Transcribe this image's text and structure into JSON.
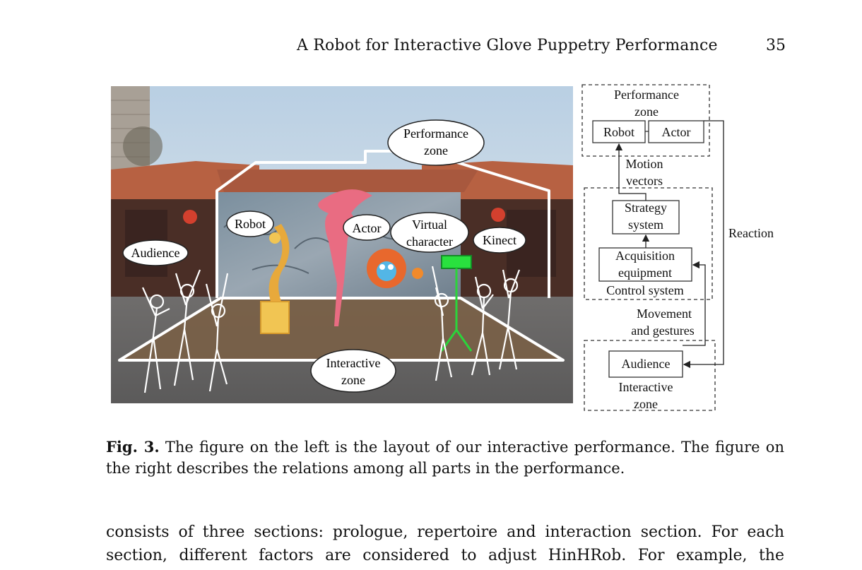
{
  "header": {
    "running_title": "A Robot for Interactive Glove Puppetry Performance",
    "page_number": "35"
  },
  "figure": {
    "photo_labels": {
      "performance_zone_l1": "Performance",
      "performance_zone_l2": "zone",
      "robot": "Robot",
      "actor": "Actor",
      "virtual_l1": "Virtual",
      "virtual_l2": "character",
      "kinect": "Kinect",
      "audience": "Audience",
      "interactive_zone_l1": "Interactive",
      "interactive_zone_l2": "zone"
    },
    "diagram": {
      "performance_zone_l1": "Performance",
      "performance_zone_l2": "zone",
      "robot": "Robot",
      "actor": "Actor",
      "motion_vectors_l1": "Motion",
      "motion_vectors_l2": "vectors",
      "strategy_l1": "Strategy",
      "strategy_l2": "system",
      "acquisition_l1": "Acquisition",
      "acquisition_l2": "equipment",
      "control_system": "Control system",
      "reaction": "Reaction",
      "movement_l1": "Movement",
      "movement_l2": "and gestures",
      "audience": "Audience",
      "interactive_zone_l1": "Interactive",
      "interactive_zone_l2": "zone"
    },
    "caption_label": "Fig. 3.",
    "caption_text": "The figure on the left is the layout of our interactive performance. The figure on the right describes the relations among all parts in the performance."
  },
  "body": {
    "line1": "consists of three sections: prologue, repertoire and interaction section. For each",
    "line2": "section, different factors are considered to adjust HinHRob. For example, the"
  }
}
